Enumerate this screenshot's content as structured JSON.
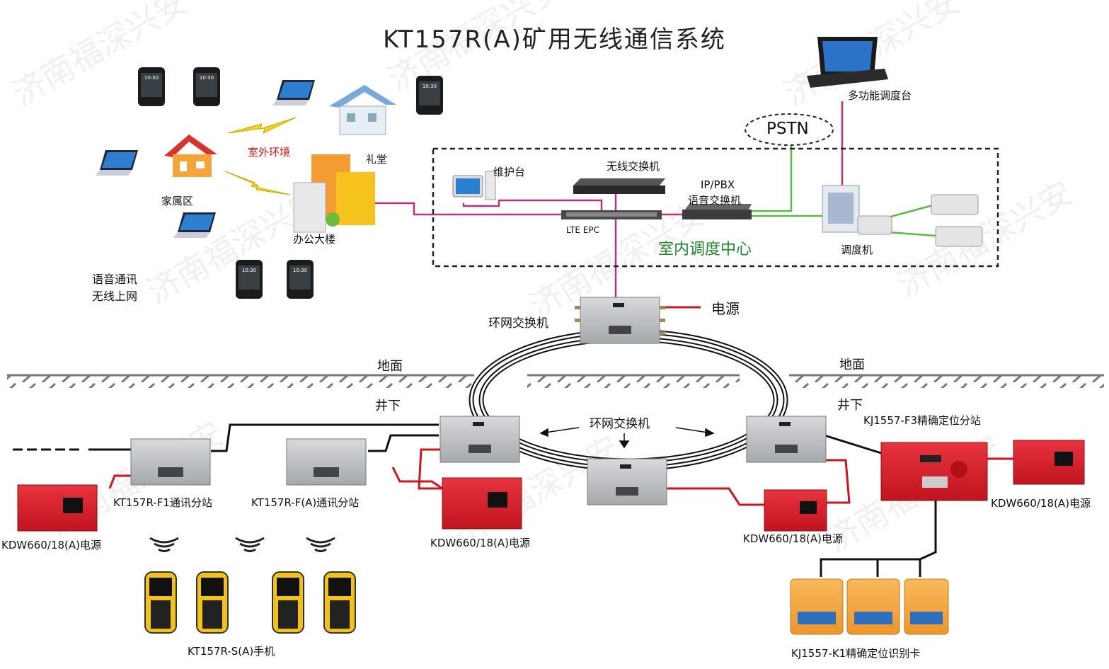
{
  "title": "KT157R(A)矿用无线通信系统",
  "watermark": "济南福深兴安",
  "outdoor": {
    "env": "室外环境",
    "family_area": "家属区",
    "hall": "礼堂",
    "office": "办公大楼",
    "service_line1": "语音通讯",
    "service_line2": "无线上网",
    "phone_time": "10:30"
  },
  "control_center": {
    "title": "室内调度中心",
    "maintenance": "维护台",
    "wireless_switch": "无线交换机",
    "ippbx_line1": "IP/PBX",
    "ippbx_line2": "语音交换机",
    "lte_epc": "LTE EPC",
    "dispatcher": "调度机",
    "pstn": "PSTN",
    "console": "多功能调度台"
  },
  "ring": {
    "top_switch": "环网交换机",
    "power_top": "电源",
    "middle_switch": "环网交换机",
    "ground_left": "地面",
    "ground_right": "地面",
    "underground_left": "井下",
    "underground_right": "井下"
  },
  "stations": {
    "f1": "KT157R-F1通讯分站",
    "fa": "KT157R-F(A)通讯分站",
    "power_left": "KDW660/18(A)电源",
    "power_mid": "KDW660/18(A)电源",
    "power_ring": "KDW660/18(A)电源",
    "power_right": "KDW660/18(A)电源",
    "f3": "KJ1557-F3精确定位分站",
    "handsets": "KT157R-S(A)手机",
    "id_cards": "KJ1557-K1精确定位识别卡"
  },
  "colors": {
    "pink_link": "#c0307a",
    "green_link": "#5ab845",
    "power_line": "#d0141e",
    "box_grey": "#b9bcbf",
    "box_red": "#d9222e",
    "card_orange": "#f3a640",
    "handset_yellow": "#f2c21a"
  }
}
